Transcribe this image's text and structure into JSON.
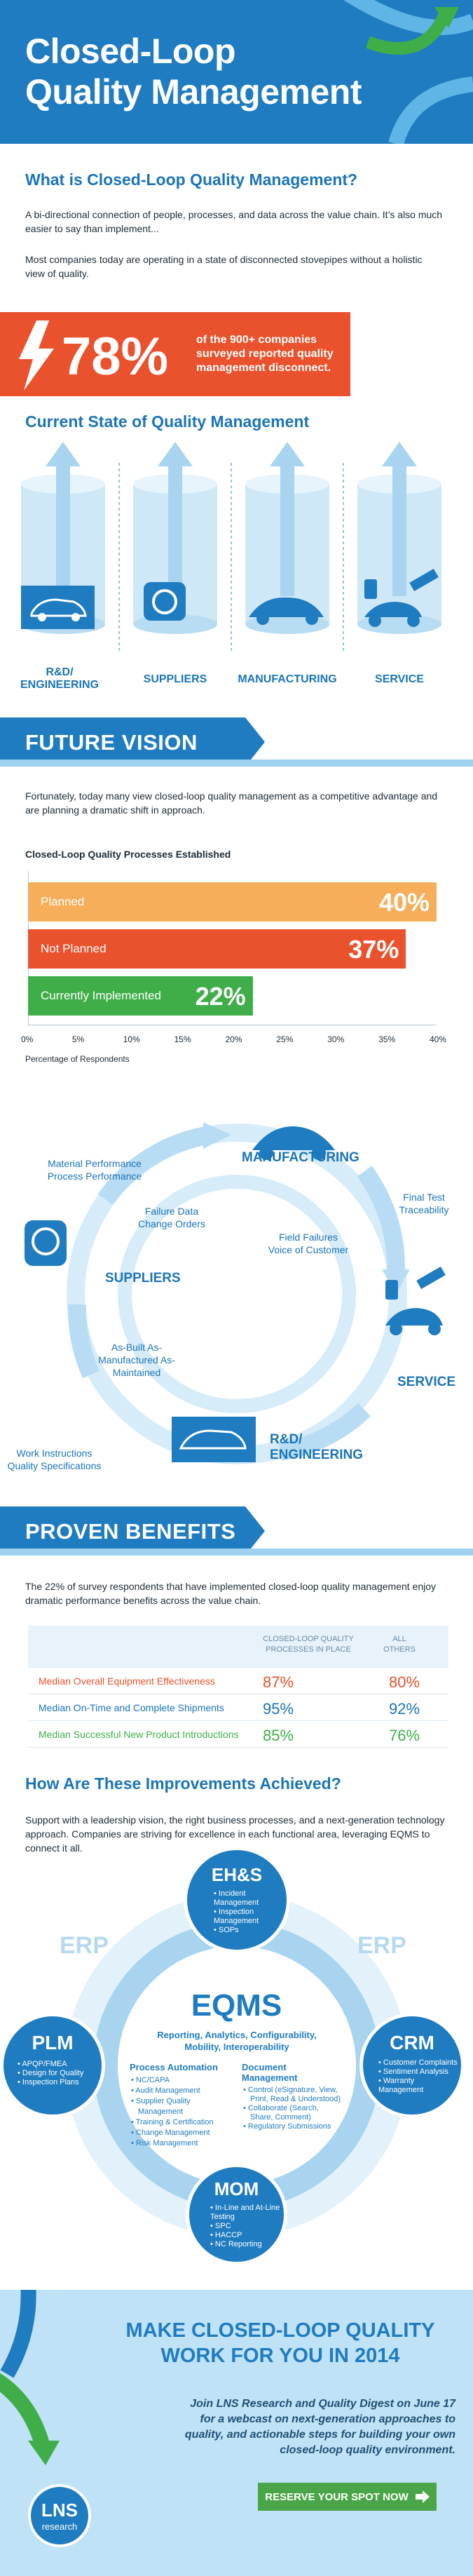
{
  "header": {
    "title_line1": "Closed-Loop",
    "title_line2": "Quality Management"
  },
  "what": {
    "heading": "What is Closed-Loop Quality Management?",
    "p1": "A bi-directional connection of people, processes, and data across the value chain. It’s also much easier to say than implement...",
    "p2": "Most companies today are operating in a state of disconnected stovepipes without a holistic view of quality."
  },
  "stat": {
    "value": "78%",
    "text": "of the 900+ companies surveyed reported quality management disconnect."
  },
  "current": {
    "heading": "Current State of Quality Management",
    "labels": [
      "R&D/ ENGINEERING",
      "SUPPLIERS",
      "MANUFACTURING",
      "SERVICE"
    ]
  },
  "future": {
    "ribbon": "FUTURE VISION",
    "text": "Fortunately, today many view closed-loop quality management as a competitive advantage and are planning a dramatic shift in approach.",
    "chart_title": "Closed-Loop Quality Processes Established",
    "xlabel": "Percentage of Respondents"
  },
  "chart_data": {
    "type": "bar",
    "title": "Closed-Loop Quality Processes Established",
    "xlabel": "Percentage of Respondents",
    "categories": [
      "Planned",
      "Not Planned",
      "Currently Implemented"
    ],
    "values": [
      40,
      37,
      22
    ],
    "value_labels": [
      "40%",
      "37%",
      "22%"
    ],
    "colors": [
      "#f6ae5b",
      "#e9522d",
      "#3fae49"
    ],
    "xlim": [
      0,
      40
    ],
    "xticks": [
      "0%",
      "5%",
      "10%",
      "15%",
      "20%",
      "25%",
      "30%",
      "35%",
      "40%"
    ]
  },
  "cycle": {
    "manufacturing": "MANUFACTURING",
    "suppliers": "SUPPLIERS",
    "service": "SERVICE",
    "rnd": "R&D/ ENGINEERING",
    "material": "Material Performance Process Performance",
    "failure": "Failure Data Change Orders",
    "final": "Final Test Traceability",
    "field": "Field Failures Voice of Customer",
    "asbuilt": "As-Built As-Manufactured As-Maintained",
    "work": "Work Instructions Quality Specifications"
  },
  "benefits": {
    "ribbon": "PROVEN BENEFITS",
    "text": "The 22% of survey respondents that have implemented closed-loop quality management enjoy dramatic performance benefits across the value chain.",
    "col2": "CLOSED-LOOP QUALITY PROCESSES IN PLACE",
    "col3": "ALL OTHERS",
    "rows": [
      {
        "label": "Median Overall Equipment Effectiveness",
        "a": "87%",
        "b": "80%",
        "color": "#e9522d"
      },
      {
        "label": "Median On-Time and Complete Shipments",
        "a": "95%",
        "b": "92%",
        "color": "#1b74b8"
      },
      {
        "label": "Median Successful New Product Introductions",
        "a": "85%",
        "b": "76%",
        "color": "#3fae49"
      }
    ]
  },
  "how": {
    "heading": "How Are These Improvements Achieved?",
    "text": "Support with a leadership vision, the right business processes, and a next-generation technology approach. Companies are striving for excellence in each functional area, leveraging EQMS to connect it all."
  },
  "eqms": {
    "erp_left": "ERP",
    "erp_right": "ERP",
    "title": "EQMS",
    "subtitle": "Reporting, Analytics, Configurability, Mobility, Interoperability",
    "pa_title": "Process Automation",
    "pa_items": [
      "NC/CAPA",
      "Audit Management",
      "Supplier Quality Management",
      "Training & Certification",
      "Change Management",
      "Risk Management"
    ],
    "dm_title": "Document Management",
    "dm_items": [
      "Control (eSignature, View, Print, Read & Understood)",
      "Collaborate (Search, Share, Comment)",
      "Regulatory Submissions"
    ],
    "ehs_title": "EH&S",
    "ehs_items": [
      "Incident Management",
      "Inspection Management",
      "SOPs"
    ],
    "plm_title": "PLM",
    "plm_items": [
      "APQP/FMEA",
      "Design for Quality",
      "Inspection Plans"
    ],
    "crm_title": "CRM",
    "crm_items": [
      "Customer Complaints",
      "Sentiment Analysis",
      "Warranty Management"
    ],
    "mom_title": "MOM",
    "mom_items": [
      "In-Line and At-Line Testing",
      "SPC",
      "HACCP",
      "NC Reporting"
    ]
  },
  "footer": {
    "title": "MAKE CLOSED-LOOP QUALITY WORK FOR YOU IN 2014",
    "text": "Join LNS Research and Quality Digest on June 17 for a webcast on next-generation approaches to quality, and actionable steps for building your own closed-loop quality environment.",
    "cta": "RESERVE YOUR SPOT NOW",
    "logo_line1": "LNS",
    "logo_line2": "research"
  }
}
